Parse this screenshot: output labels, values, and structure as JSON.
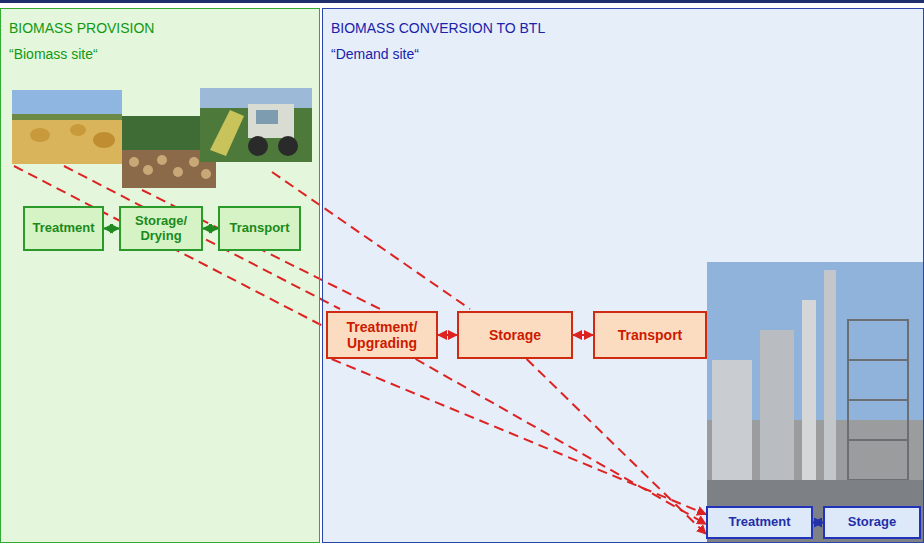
{
  "diagram": {
    "nodes": [
      {
        "text": [
          "BIOMASS PROVISION",
          "“Biomass site“"
        ]
      },
      {
        "text": [
          "Treatment"
        ],
        "in": 0
      },
      {
        "text": [
          "Storage/ Drying"
        ],
        "in": 0
      },
      {
        "text": [
          "Transport"
        ],
        "in": 0
      },
      {
        "text": [
          "BIOMASS CONVERSION TO BTL",
          "“Demand site“"
        ]
      },
      {
        "text": [
          "Treatment/ Upgrading"
        ],
        "in": 4
      },
      {
        "text": [
          "Storage"
        ],
        "in": 4
      },
      {
        "text": [
          "Transport"
        ],
        "in": 4
      },
      {
        "text": [
          "Treatment"
        ],
        "in": 4
      },
      {
        "text": [
          "Storage"
        ],
        "in": 4
      }
    ],
    "edges": [
      {
        "from": 1,
        "to": 2,
        "arrow": "both"
      },
      {
        "from": 2,
        "to": 3,
        "arrow": "both"
      },
      {
        "from": 5,
        "to": 6,
        "arrow": "both"
      },
      {
        "from": 6,
        "to": 7,
        "arrow": "both"
      },
      {
        "from": 8,
        "to": 9,
        "arrow": "both"
      },
      {
        "from": 5,
        "to": 8,
        "arrow": "to"
      },
      {
        "from": 5,
        "to": 8,
        "arrow": "to"
      },
      {
        "from": 6,
        "to": 8,
        "arrow": "to"
      }
    ]
  }
}
